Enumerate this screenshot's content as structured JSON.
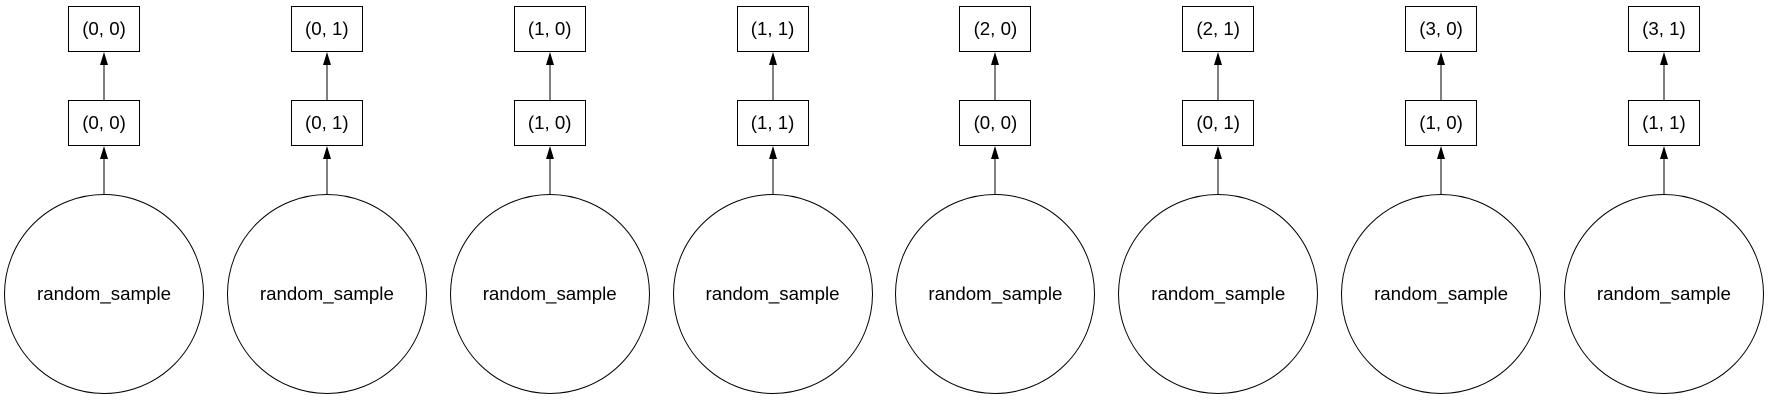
{
  "graph": {
    "description_colors": {
      "stroke": "#000000",
      "fill": "#ffffff",
      "text": "#000000"
    },
    "columns": [
      {
        "output_label": "(0, 0)",
        "index_label": "(0, 0)",
        "function_label": "random_sample"
      },
      {
        "output_label": "(0, 1)",
        "index_label": "(0, 1)",
        "function_label": "random_sample"
      },
      {
        "output_label": "(1, 0)",
        "index_label": "(1, 0)",
        "function_label": "random_sample"
      },
      {
        "output_label": "(1, 1)",
        "index_label": "(1, 1)",
        "function_label": "random_sample"
      },
      {
        "output_label": "(2, 0)",
        "index_label": "(0, 0)",
        "function_label": "random_sample"
      },
      {
        "output_label": "(2, 1)",
        "index_label": "(0, 1)",
        "function_label": "random_sample"
      },
      {
        "output_label": "(3, 0)",
        "index_label": "(1, 0)",
        "function_label": "random_sample"
      },
      {
        "output_label": "(3, 1)",
        "index_label": "(1, 1)",
        "function_label": "random_sample"
      }
    ]
  }
}
